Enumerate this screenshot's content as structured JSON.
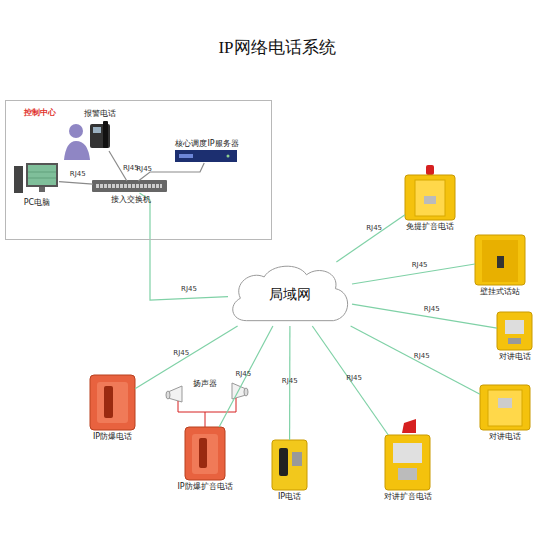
{
  "diagram": {
    "title": "IP网络电话系统",
    "nodes": [
      {
        "text": [
          "控制中心"
        ]
      },
      {
        "text": [
          "报警电话"
        ],
        "in": 0
      },
      {
        "text": [
          "核心调度IP服务器"
        ],
        "in": 0
      },
      {
        "text": [
          "PC电脑"
        ],
        "in": 0
      },
      {
        "text": [
          "接入交换机"
        ],
        "in": 0
      },
      {
        "text": [
          "局域网"
        ]
      },
      {
        "text": [
          "免提扩音电话"
        ]
      },
      {
        "text": [
          "壁挂式话站"
        ]
      },
      {
        "text": [
          "对讲电话"
        ]
      },
      {
        "text": [
          "对讲电话"
        ]
      },
      {
        "text": [
          "对讲扩音电话"
        ]
      },
      {
        "text": [
          "IP电话"
        ]
      },
      {
        "text": [
          "IP防爆扩音电话"
        ]
      },
      {
        "text": [
          "IP防爆电话"
        ]
      }
    ],
    "edges": [
      {
        "from": 1,
        "to": 4,
        "label": "RJ45",
        "arrow": "none"
      },
      {
        "from": 2,
        "to": 4,
        "label": "RJ45",
        "arrow": "none"
      },
      {
        "from": 3,
        "to": 4,
        "label": "RJ45",
        "arrow": "none"
      },
      {
        "from": 4,
        "to": 5,
        "label": "RJ45",
        "arrow": "none"
      },
      {
        "from": 5,
        "to": 6,
        "label": "RJ45",
        "arrow": "none"
      },
      {
        "from": 5,
        "to": 7,
        "label": "RJ45",
        "arrow": "none"
      },
      {
        "from": 5,
        "to": 8,
        "label": "RJ45",
        "arrow": "none"
      },
      {
        "from": 5,
        "to": 9,
        "label": "RJ45",
        "arrow": "none"
      },
      {
        "from": 5,
        "to": 10,
        "label": "RJ45",
        "arrow": "none"
      },
      {
        "from": 5,
        "to": 11,
        "label": "RJ45",
        "arrow": "none"
      },
      {
        "from": 5,
        "to": 12,
        "label": "RJ45",
        "arrow": "none"
      },
      {
        "from": 5,
        "to": 13,
        "label": "RJ45",
        "arrow": "none"
      }
    ],
    "labels": [
      "扬声器"
    ]
  }
}
